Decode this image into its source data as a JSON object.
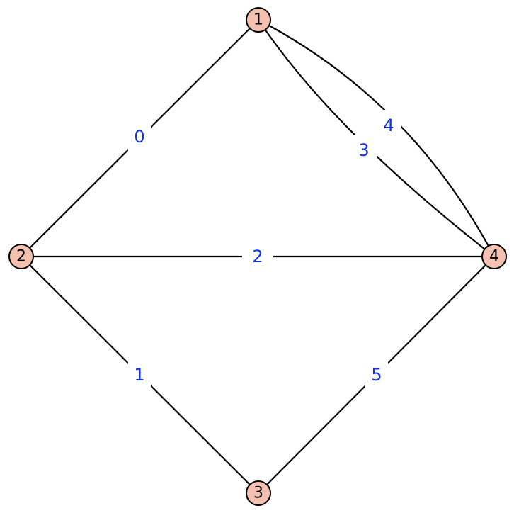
{
  "colors": {
    "node_fill": "#f4c1b0",
    "node_stroke": "#000000",
    "edge": "#000000",
    "edge_label": "#1030e8"
  },
  "nodes": [
    {
      "id": "1",
      "label": "1"
    },
    {
      "id": "2",
      "label": "2"
    },
    {
      "id": "3",
      "label": "3"
    },
    {
      "id": "4",
      "label": "4"
    }
  ],
  "edges": [
    {
      "id": "e0",
      "from": "1",
      "to": "2",
      "label": "0"
    },
    {
      "id": "e1",
      "from": "2",
      "to": "3",
      "label": "1"
    },
    {
      "id": "e2",
      "from": "2",
      "to": "4",
      "label": "2"
    },
    {
      "id": "e3",
      "from": "1",
      "to": "4",
      "label": "3"
    },
    {
      "id": "e4",
      "from": "1",
      "to": "4",
      "label": "4"
    },
    {
      "id": "e5",
      "from": "3",
      "to": "4",
      "label": "5"
    }
  ]
}
